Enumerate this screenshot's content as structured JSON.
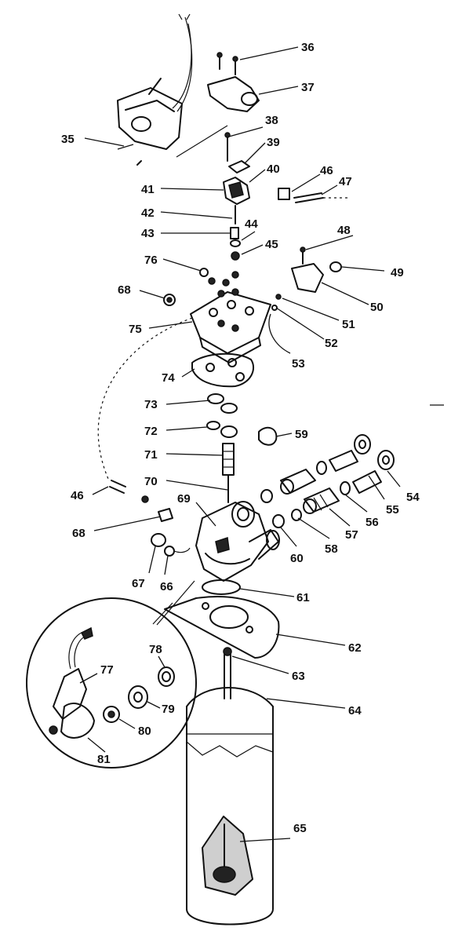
{
  "diagram": {
    "labels": {
      "p35": "35",
      "p36": "36",
      "p37": "37",
      "p38": "38",
      "p39": "39",
      "p40": "40",
      "p41": "41",
      "p42": "42",
      "p43": "43",
      "p44": "44",
      "p45": "45",
      "p46a": "46",
      "p47": "47",
      "p48": "48",
      "p49": "49",
      "p50": "50",
      "p51": "51",
      "p52": "52",
      "p53": "53",
      "p54": "54",
      "p55": "55",
      "p56": "56",
      "p57": "57",
      "p58": "58",
      "p59": "59",
      "p60": "60",
      "p61": "61",
      "p62": "62",
      "p63": "63",
      "p64": "64",
      "p65": "65",
      "p66": "66",
      "p67": "67",
      "p68a": "68",
      "p68b": "68",
      "p69": "69",
      "p70": "70",
      "p71": "71",
      "p72": "72",
      "p73": "73",
      "p74": "74",
      "p75": "75",
      "p76": "76",
      "p46b": "46",
      "p77": "77",
      "p78": "78",
      "p79": "79",
      "p80": "80",
      "p81": "81"
    }
  }
}
